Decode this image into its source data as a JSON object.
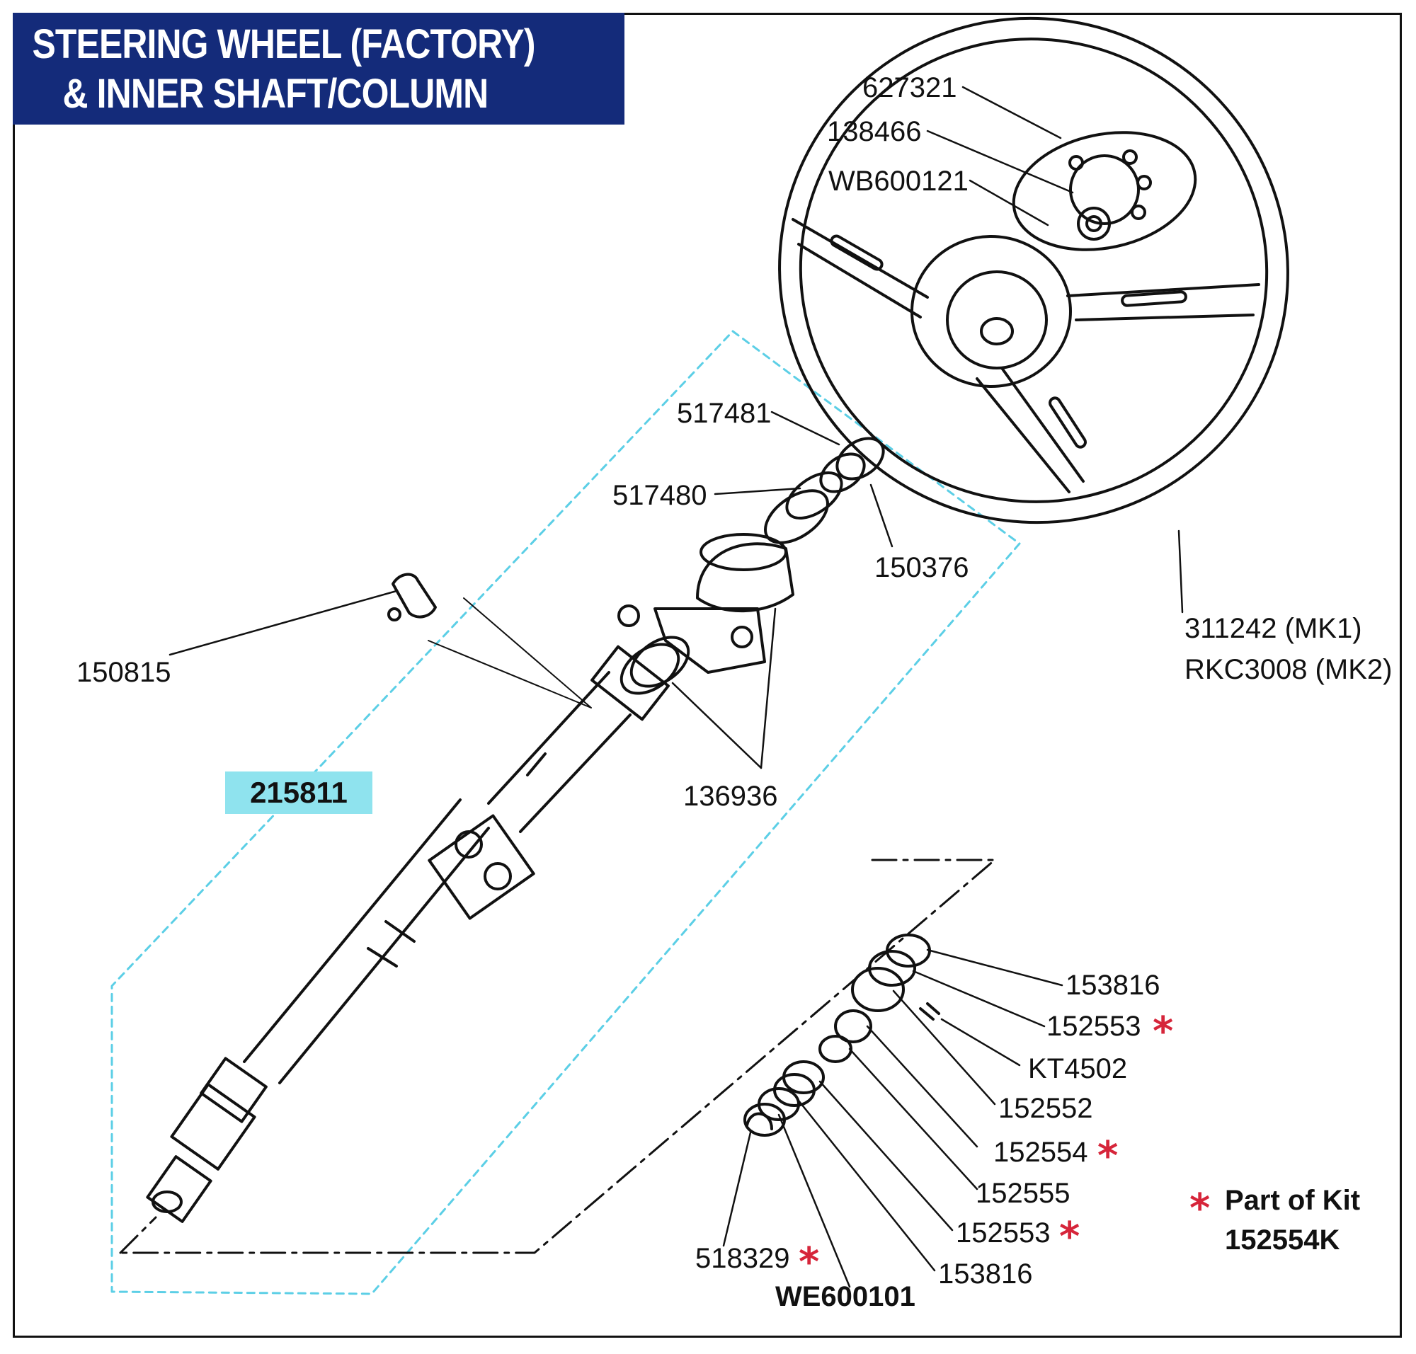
{
  "title": {
    "line1": "STEERING WHEEL (FACTORY)",
    "line2": "& INNER SHAFT/COLUMN"
  },
  "colors": {
    "title_bg": "#142b7a",
    "highlight": "#8fe3ee",
    "dashed_outline": "#5ccfe6",
    "kit_star": "#d6253a"
  },
  "icons": [
    "asterisk-icon"
  ],
  "parts": {
    "p627321": "627321",
    "p138466": "138466",
    "pWB600121": "WB600121",
    "p517481": "517481",
    "p517480": "517480",
    "p150376": "150376",
    "p150815": "150815",
    "p136936": "136936",
    "p215811": "215811",
    "p311242": "311242 (MK1)",
    "pRKC3008": "RKC3008 (MK2)",
    "p153816a": "153816",
    "p152553a": "152553",
    "pKT4502": "KT4502",
    "p152552": "152552",
    "p152554": "152554",
    "p152555": "152555",
    "p152553b": "152553",
    "p153816b": "153816",
    "p518329": "518329",
    "pWE600101": "WE600101"
  },
  "legend": {
    "star": "*",
    "line1": "Part of Kit",
    "line2": "152554K"
  }
}
